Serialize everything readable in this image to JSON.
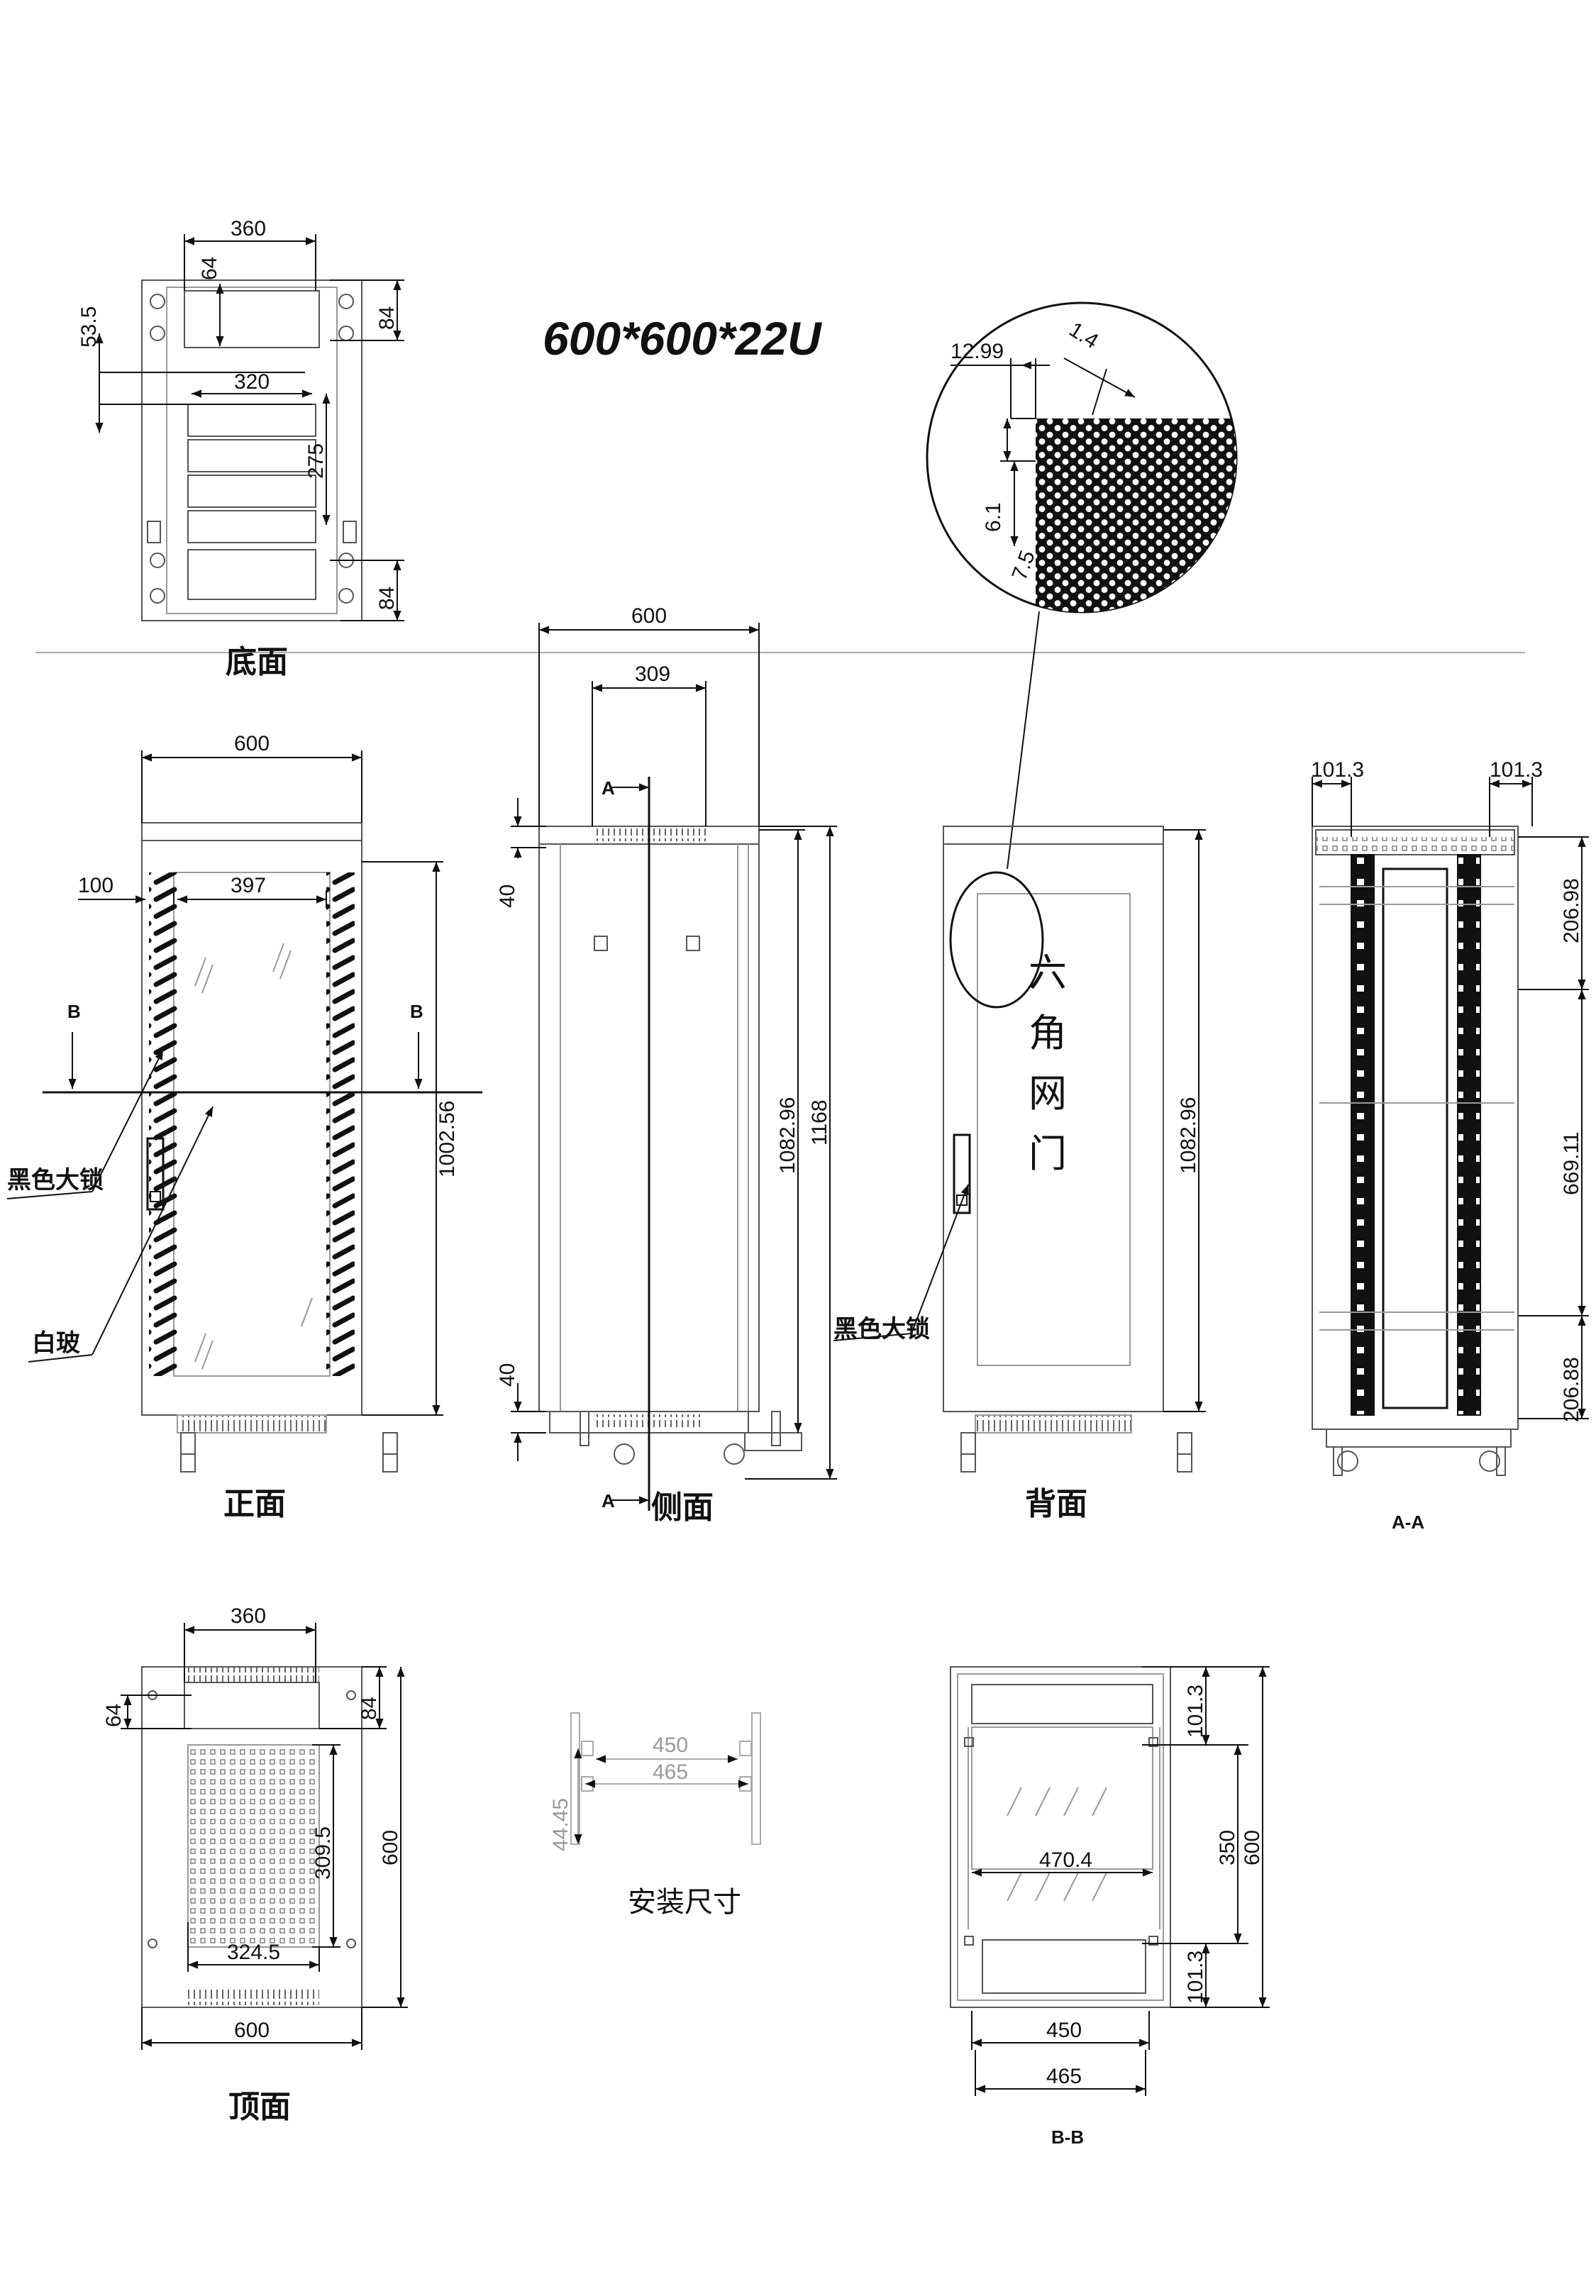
{
  "title": "600*600*22U",
  "views": {
    "bottom": {
      "caption": "底面",
      "d_width": "360",
      "d_inner": "64",
      "d_left": "53.5",
      "d_top": "84",
      "d_bottom": "84",
      "d_mid": "320",
      "d_height": "275"
    },
    "front": {
      "caption": "正面",
      "d_width": "600",
      "d_offset": "100",
      "d_inner": "397",
      "d_height": "1002.56",
      "section_left": "B",
      "section_right": "B",
      "label_lock": "黑色大锁",
      "label_glass": "白玻"
    },
    "side": {
      "caption": "侧面",
      "d_width": "600",
      "d_inner": "309",
      "section_top": "A",
      "section_bottom": "A",
      "d_top": "40",
      "d_bottom": "40",
      "d_height": "1082.96",
      "d_total": "1168"
    },
    "back": {
      "caption": "背面",
      "d_height": "1082.96",
      "label_lock": "黑色大锁",
      "door_label": [
        "六",
        "角",
        "网",
        "门"
      ]
    },
    "detail": {
      "d_pitch": "12.99",
      "d_hole": "1.4",
      "d_a": "6.1",
      "d_b": "7.5"
    },
    "section_aa": {
      "caption": "A-A",
      "d_left": "101.3",
      "d_right": "101.3",
      "d_top": "206.98",
      "d_mid": "669.11",
      "d_bottom": "206.88"
    },
    "top": {
      "caption": "顶面",
      "d_width": "360",
      "d_inner": "64",
      "d_top": "84",
      "d_depth": "600",
      "d_height": "309.5",
      "d_bottom_w": "324.5",
      "d_total_w": "600"
    },
    "install": {
      "caption": "安装尺寸",
      "d_a": "450",
      "d_b": "465",
      "d_c": "44.45"
    },
    "section_bb": {
      "caption": "B-B",
      "d_upper": "101.3",
      "d_mid": "350",
      "d_total": "600",
      "d_inner": "470.4",
      "d_lower": "101.3",
      "d_w1": "450",
      "d_w2": "465"
    }
  }
}
